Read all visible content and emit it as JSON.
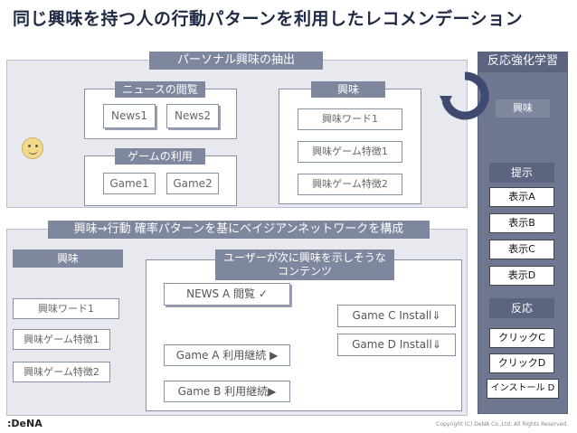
{
  "title": "同じ興味を持つ人の行動パターンを利用したレコメンデーション",
  "top_panel": {
    "header": "パーソナル興味の抽出",
    "news_group": {
      "label": "ニュースの閲覧",
      "items": [
        "News1",
        "News2"
      ]
    },
    "game_group": {
      "label": "ゲームの利用",
      "items": [
        "Game1",
        "Game2"
      ]
    },
    "interest_group": {
      "label": "興味",
      "items": [
        "興味ワード1",
        "興味ゲーム特徴1",
        "興味ゲーム特徴2"
      ]
    }
  },
  "bottom_panel": {
    "header": "興味→行動 確率パターンを基にベイジアンネットワークを構成",
    "interest_label": "興味",
    "interest_items": [
      "興味ワード1",
      "興味ゲーム特徴1",
      "興味ゲーム特徴2"
    ],
    "contents_label_line1": "ユーザーが次に興味を示しそうな",
    "contents_label_line2": "コンテンツ",
    "contents": [
      "NEWS A 閲覧 ✓",
      "Game A 利用継続 ▶",
      "Game B 利用継続▶"
    ],
    "installs": [
      "Game C Install⇓",
      "Game D Install⇓"
    ]
  },
  "right_panel": {
    "header": "反応強化学習",
    "interest": "興味",
    "present_label": "提示",
    "present_items": [
      "表示A",
      "表示B",
      "表示C",
      "表示D"
    ],
    "reaction_label": "反応",
    "reaction_items": [
      "クリックC",
      "クリックD",
      "インストール D"
    ]
  },
  "footer": {
    "logo": ":DeNA",
    "copyright": "Copyright (C) DeNA Co.,Ltd. All Rights Reserved."
  }
}
